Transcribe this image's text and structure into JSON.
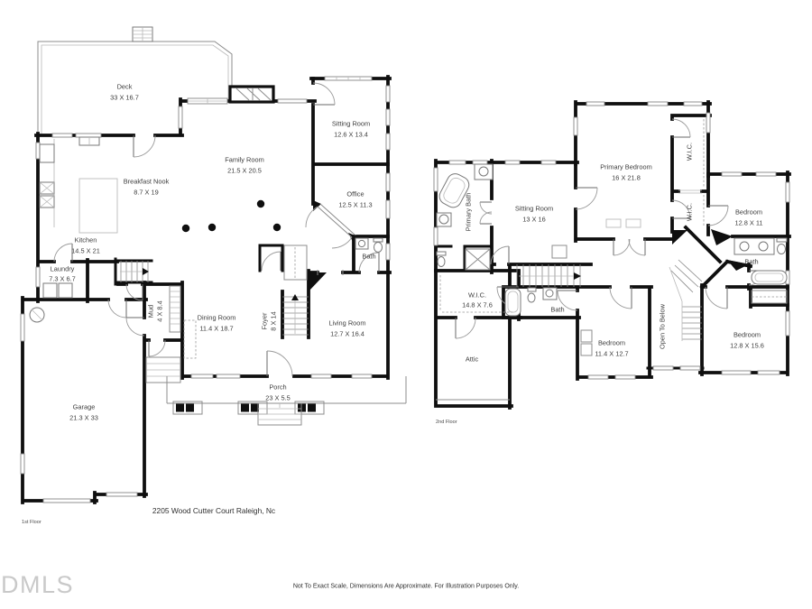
{
  "meta": {
    "address": "2205 Wood Cutter Court Raleigh, Nc",
    "disclaimer": "Not To Exact Scale, Dimensions Are Approximate. For Illustration Purposes Only.",
    "watermark": "DMLS",
    "floor1_tag": "1st Floor",
    "floor2_tag": "2nd Floor"
  },
  "floor1": {
    "rooms": {
      "deck": {
        "name": "Deck",
        "dims": "33 X 16.7"
      },
      "family_room": {
        "name": "Family Room",
        "dims": "21.5 X 20.5"
      },
      "sitting_room": {
        "name": "Sitting Room",
        "dims": "12.6 X 13.4"
      },
      "breakfast_nook": {
        "name": "Breakfast Nook",
        "dims": "8.7 X 19"
      },
      "office": {
        "name": "Office",
        "dims": "12.5 X 11.3"
      },
      "kitchen": {
        "name": "Kitchen",
        "dims": "14.5 X 21"
      },
      "laundry": {
        "name": "Laundry",
        "dims": "7.3 X 6.7"
      },
      "mud": {
        "name": "Mud",
        "dims": "4 X 8.4"
      },
      "dining_room": {
        "name": "Dining Room",
        "dims": "11.4 X 18.7"
      },
      "foyer": {
        "name": "Foyer",
        "dims": "8 X 14"
      },
      "living_room": {
        "name": "Living Room",
        "dims": "12.7 X 16.4"
      },
      "bath": {
        "name": "Bath"
      },
      "porch": {
        "name": "Porch",
        "dims": "23 X 5.5"
      },
      "garage": {
        "name": "Garage",
        "dims": "21.3 X 33"
      }
    }
  },
  "floor2": {
    "rooms": {
      "primary_bath": {
        "name": "Primary Bath"
      },
      "sitting_room": {
        "name": "Sitting Room",
        "dims": "13 X 16"
      },
      "primary_bedroom": {
        "name": "Primary Bedroom",
        "dims": "16 X 21.8"
      },
      "wic_upper": {
        "name": "W.I.C."
      },
      "wic_lower": {
        "name": "W.I.C."
      },
      "bedroom_ne": {
        "name": "Bedroom",
        "dims": "12.8 X 11"
      },
      "bath_east": {
        "name": "Bath"
      },
      "bedroom_se": {
        "name": "Bedroom",
        "dims": "12.8 X 15.6"
      },
      "wic_main": {
        "name": "W.I.C.",
        "dims": "14.8 X 7.6"
      },
      "bath_hall": {
        "name": "Bath"
      },
      "attic": {
        "name": "Attic"
      },
      "bedroom_south": {
        "name": "Bedroom",
        "dims": "11.4 X 12.7"
      },
      "open_to_below": {
        "name": "Open To Below"
      }
    }
  }
}
